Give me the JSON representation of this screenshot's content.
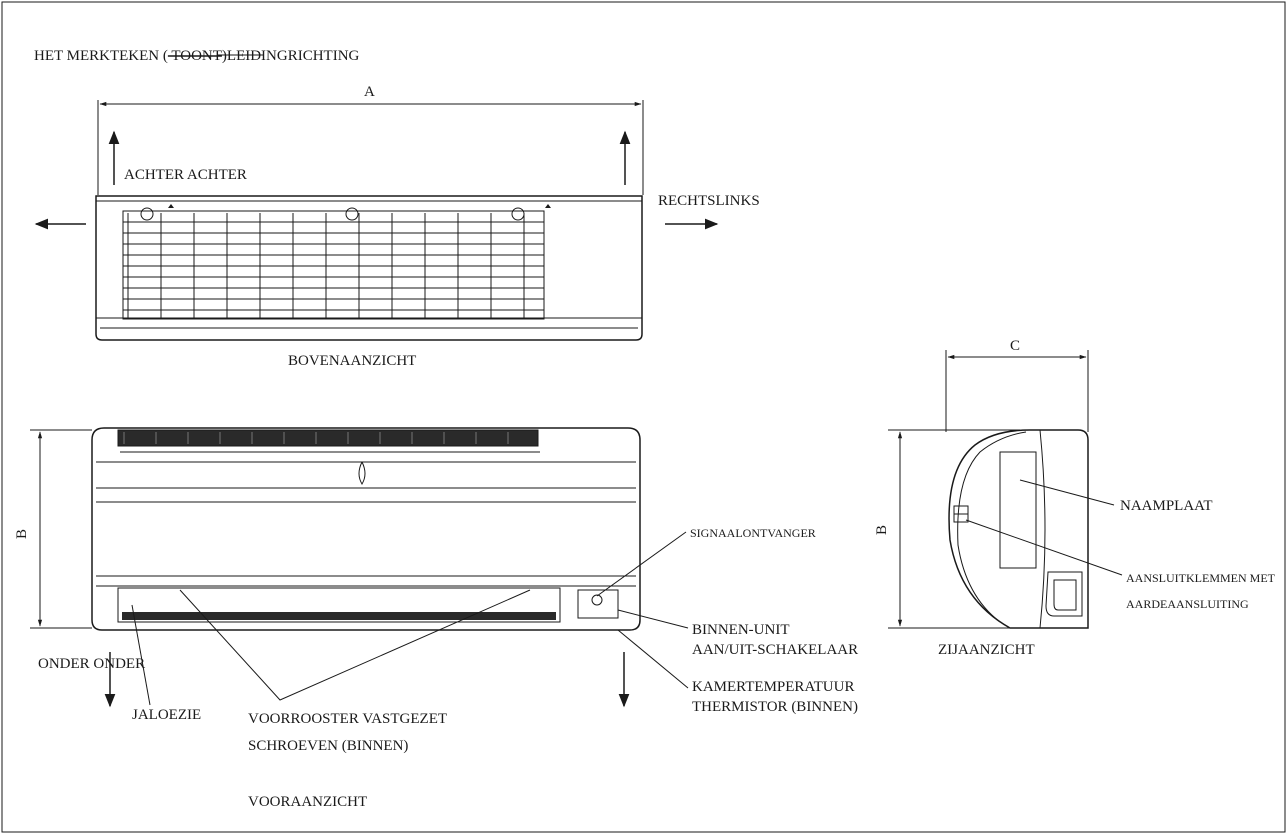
{
  "title_prefix": "HET MERKTEKEN (",
  "title_struck": " TOONT",
  "title_suffix": ")LEIDINGRICHTING",
  "dimensions": {
    "a": "A",
    "b_front": "B",
    "b_side": "B",
    "c": "C"
  },
  "directions": {
    "rear": "ACHTER ACHTER",
    "right_left": "RECHTSLINKS",
    "bottom": "ONDER ONDER"
  },
  "views": {
    "top": "BOVENAANZICHT",
    "front": "VOORAANZICHT",
    "side": "ZIJAANZICHT"
  },
  "callouts": {
    "signal_receiver": "SIGNAALONTVANGER",
    "indoor_switch_1": "BINNEN-UNIT",
    "indoor_switch_2": "AAN/UIT-SCHAKELAAR",
    "room_temp_1": "KAMERTEMPERATUUR",
    "room_temp_2": "THERMISTOR (BINNEN)",
    "louver": "JALOEZIE",
    "front_grille_1": "VOORROOSTER VASTGEZET",
    "front_grille_2": "SCHROEVEN (BINNEN)",
    "nameplate": "NAAMPLAAT",
    "terminals_1": "AANSLUITKLEMMEN MET",
    "terminals_2": "AARDEAANSLUITING"
  },
  "colors": {
    "line": "#1a1a1a",
    "background": "#ffffff"
  }
}
